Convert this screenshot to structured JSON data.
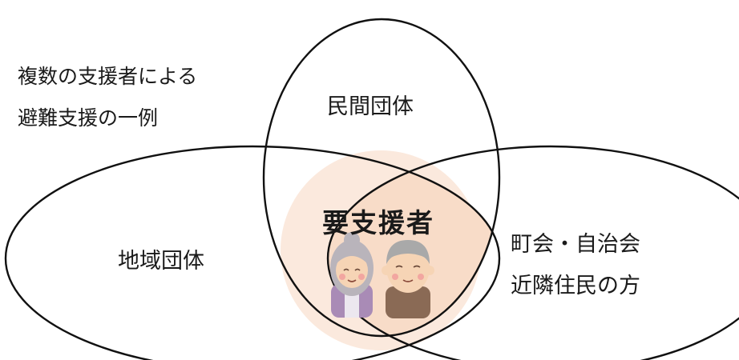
{
  "caption": {
    "line1": "複数の支援者による",
    "line2": "避難支援の一例"
  },
  "sets": {
    "top": "民間団体",
    "left": "地域団体",
    "right_line1": "町会・自治会",
    "right_line2": "近隣住民の方",
    "center": "要支援者"
  },
  "colors": {
    "outline": "#111111",
    "center_fill": "#f8dcc8",
    "center_halo": "#fbe9dd"
  },
  "icons": [
    "elderly-woman-icon",
    "elderly-man-icon"
  ]
}
